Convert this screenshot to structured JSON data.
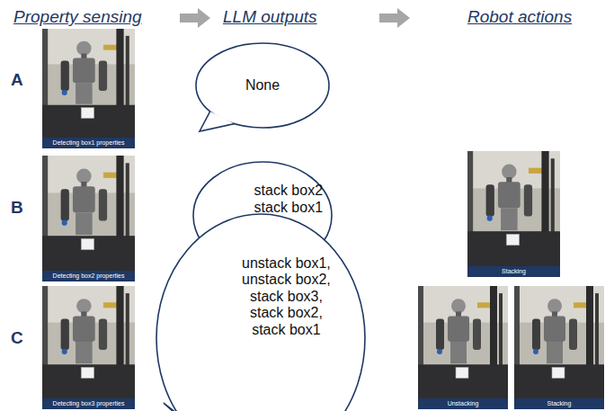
{
  "diagram": {
    "nodes": [
      {
        "text": [
          "Detecting box1 properties"
        ]
      },
      {
        "text": [
          "None"
        ]
      },
      {
        "text": [
          "Detecting box2 properties"
        ]
      },
      {
        "text": [
          "stack box2 stack box1"
        ]
      },
      {
        "text": [
          "Stacking"
        ]
      },
      {
        "text": [
          "Detecting box3 properties"
        ]
      },
      {
        "text": [
          "unstack box1, unstack box2, stack box3, stack box2, stack box1"
        ]
      },
      {
        "text": [
          "Unstacking"
        ]
      },
      {
        "text": [
          "Stacking"
        ]
      }
    ],
    "labels": [
      "Property sensing",
      "LLM outputs",
      "Robot actions",
      "A",
      "B",
      "C"
    ]
  }
}
